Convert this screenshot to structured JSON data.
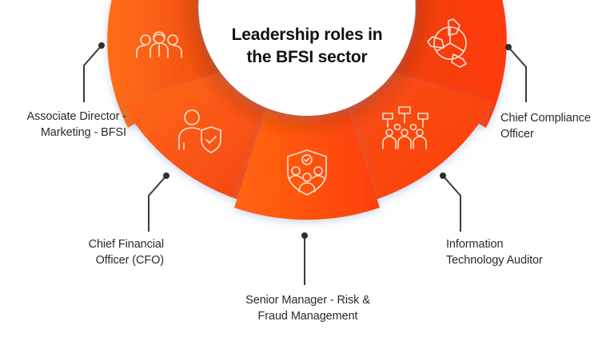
{
  "title": {
    "line1": "Leadership roles in",
    "line2": "the BFSI sector"
  },
  "colors": {
    "orange_light": "#ff6a13",
    "orange_dark": "#f2400e",
    "red_orange": "#ff3d0d",
    "center_circle": "#ffffff",
    "icon_stroke": "#ffe2cf",
    "connector": "#3a3a3a",
    "text": "#2b2b2b"
  },
  "roles": [
    {
      "id": "associate-director",
      "icon": "team-people-icon",
      "line1": "Associate Director -",
      "line2": "Marketing - BFSI"
    },
    {
      "id": "cfo",
      "icon": "person-shield-check-icon",
      "line1": "Chief Financial",
      "line2": "Officer (CFO)"
    },
    {
      "id": "senior-manager-risk",
      "icon": "shield-group-check-icon",
      "line1": "Senior Manager - Risk &",
      "line2": "Fraud Management"
    },
    {
      "id": "it-auditor",
      "icon": "org-chart-people-icon",
      "line1": "Information",
      "line2": "Technology Auditor"
    },
    {
      "id": "chief-compliance",
      "icon": "hands-together-icon",
      "line1": "Chief Compliance",
      "line2": "Officer"
    }
  ]
}
